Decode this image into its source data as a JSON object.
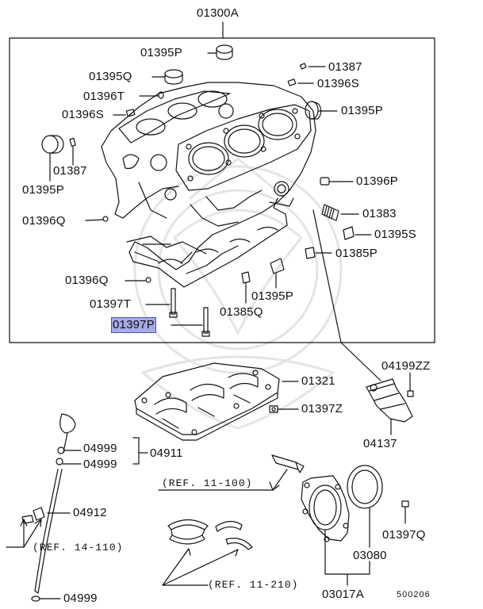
{
  "title": "01300A",
  "highlighted_part": "01397P",
  "figure_number": "500206",
  "parts": {
    "p01395P_top": "01395P",
    "p01387_top": "01387",
    "p01395Q": "01395Q",
    "p01396S_top": "01396S",
    "p01396T": "01396T",
    "p01396S_left": "01396S",
    "p01395P_right": "01395P",
    "p01387_left": "01387",
    "p01395P_left": "01395P",
    "p01396P": "01396P",
    "p01396Q_top": "01396Q",
    "p01383": "01383",
    "p01395S": "01395S",
    "p01385P": "01385P",
    "p01396Q_bottom": "01396Q",
    "p01395P_bottom": "01395P",
    "p01397T": "01397T",
    "p01385Q": "01385Q",
    "p01397P": "01397P",
    "p04199ZZ": "04199ZZ",
    "p01321": "01321",
    "p01397Z": "01397Z",
    "p04137": "04137",
    "p04999_a": "04999",
    "p04999_b": "04999",
    "p04911": "04911",
    "p04912": "04912",
    "p04999_c": "04999",
    "p01397Q": "01397Q",
    "p03080": "03080",
    "p03017A": "03017A"
  },
  "refs": {
    "ref_11_100": "(REF. 11-100)",
    "ref_14_110": "(REF. 14-110)",
    "ref_11_210": "(REF. 11-210)"
  },
  "colors": {
    "line": "#111111",
    "highlight": "#a9a9e8",
    "watermark": "#e6e6e6"
  }
}
